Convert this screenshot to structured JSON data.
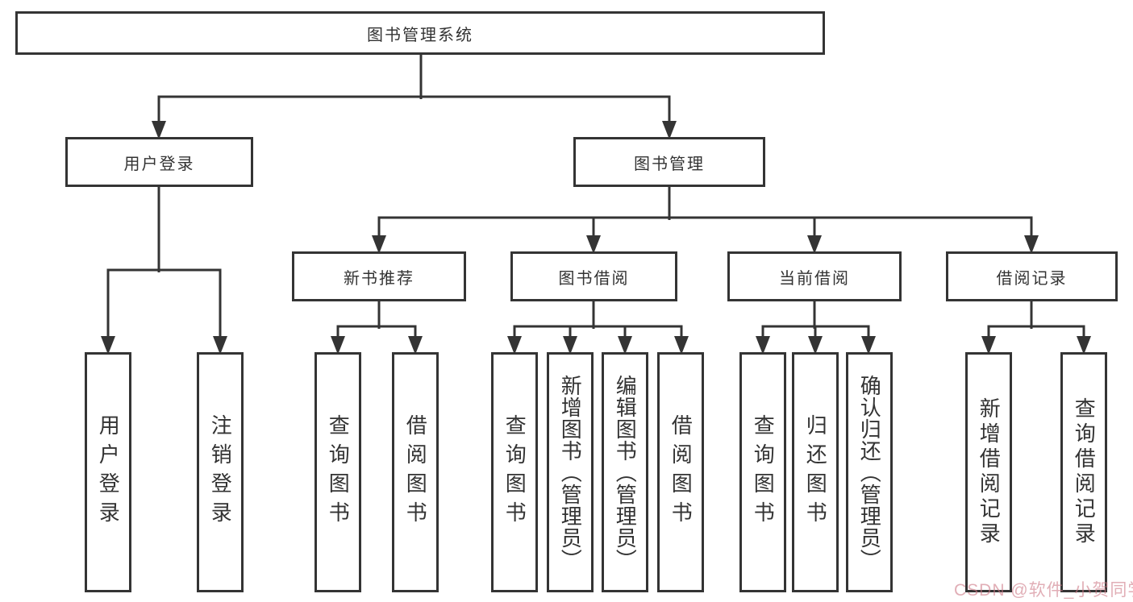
{
  "colors": {
    "line": "#343434",
    "box_border": "#343434",
    "text": "#333333",
    "watermark_pink": "#cd7886",
    "background": "#ffffff"
  },
  "watermark": "CSDN @软件_小贺同学",
  "tree": {
    "root": "图书管理系统",
    "children": [
      {
        "label": "用户登录",
        "leaves": [
          "用户登录",
          "注销登录"
        ]
      },
      {
        "label": "图书管理",
        "children": [
          {
            "label": "新书推荐",
            "leaves": [
              "查询图书",
              "借阅图书"
            ]
          },
          {
            "label": "图书借阅",
            "leaves": [
              "查询图书",
              "新增图书（管理员）",
              "编辑图书（管理员）",
              "借阅图书"
            ]
          },
          {
            "label": "当前借阅",
            "leaves": [
              "查询图书",
              "归还图书",
              "确认归还（管理员）"
            ]
          },
          {
            "label": "借阅记录",
            "leaves": [
              "新增借阅记录",
              "查询借阅记录"
            ]
          }
        ]
      }
    ]
  }
}
